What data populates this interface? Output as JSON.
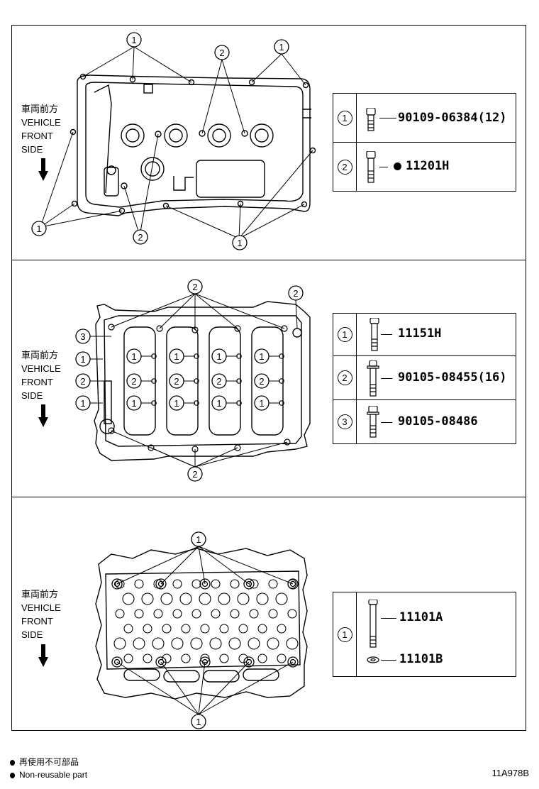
{
  "front_label": {
    "jp": "車両前方",
    "line1": "VEHICLE",
    "line2": "FRONT",
    "line3": "SIDE"
  },
  "panels": [
    {
      "name": "cylinder-head-cover",
      "callouts": [
        "1",
        "2",
        "1",
        "1",
        "2",
        "1"
      ],
      "parts": [
        {
          "ref": "1",
          "number": "90109-06384(12)",
          "non_reusable": false
        },
        {
          "ref": "2",
          "number": "11201H",
          "non_reusable": true
        }
      ]
    },
    {
      "name": "camshaft-housing",
      "callouts": [
        "2",
        "2",
        "3",
        "1",
        "2",
        "1",
        "2"
      ],
      "inner_callouts": [
        "1",
        "1",
        "1",
        "1",
        "2",
        "2",
        "2",
        "2",
        "1",
        "1",
        "1",
        "1"
      ],
      "parts": [
        {
          "ref": "1",
          "number": "11151H"
        },
        {
          "ref": "2",
          "number": "90105-08455(16)"
        },
        {
          "ref": "3",
          "number": "90105-08486"
        }
      ]
    },
    {
      "name": "cylinder-head",
      "callouts": [
        "1",
        "1"
      ],
      "parts": [
        {
          "ref": "1",
          "number": "11101A"
        },
        {
          "ref": "1",
          "number": "11101B"
        }
      ]
    }
  ],
  "legend": {
    "jp": "再使用不可部品",
    "en": "Non-reusable part"
  },
  "diagram_code": "11A978B"
}
